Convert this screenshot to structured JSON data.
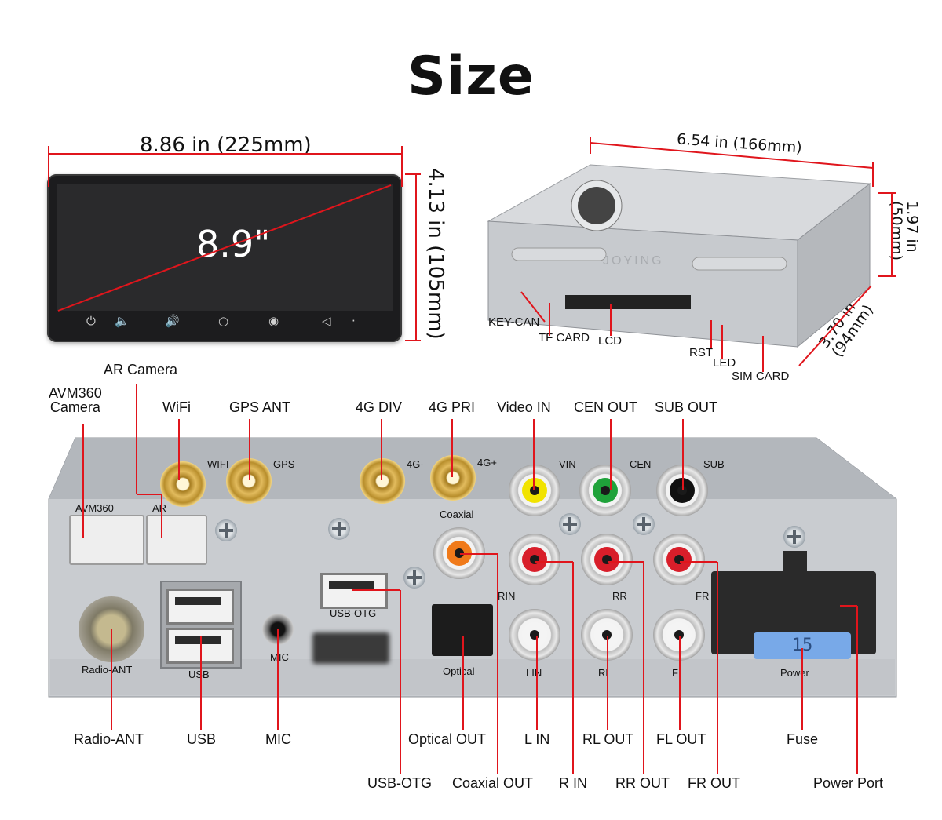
{
  "title": "Size",
  "front_unit": {
    "width_label": "8.86 in (225mm)",
    "height_label": "4.13 in (105mm)",
    "diagonal_label": "8.9\""
  },
  "rear_unit": {
    "depth_label": "6.54 in  (166mm)",
    "height_label": "1.97 in\n(50mm)",
    "width_label": "3.70 in\n(94mm)",
    "brand_text": "JOYING",
    "callouts": [
      "KEY-CAN",
      "TF CARD",
      "LCD",
      "RST",
      "LED",
      "SIM CARD"
    ]
  },
  "panel": {
    "printed": {
      "avm360": "AVM360",
      "ar": "AR",
      "wifi": "WIFI",
      "gps": "GPS",
      "4g_minus": "4G-",
      "4g_plus": "4G+",
      "vin": "VIN",
      "cen": "CEN",
      "sub": "SUB",
      "coaxial": "Coaxial",
      "rin": "RIN",
      "rr": "RR",
      "fr": "FR",
      "usb_otg": "USB-OTG",
      "optical": "Optical",
      "lin": "LIN",
      "rl": "RL",
      "fl": "FL",
      "power": "Power",
      "radio_ant": "Radio-ANT",
      "usb": "USB",
      "mic": "MIC",
      "fuse_value": "15"
    },
    "top_labels": {
      "ar_camera": "AR Camera",
      "avm360_camera": "AVM360\nCamera",
      "wifi": "WiFi",
      "gps_ant": "GPS ANT",
      "4g_div": "4G DIV",
      "4g_pri": "4G PRI",
      "video_in": "Video IN",
      "cen_out": "CEN OUT",
      "sub_out": "SUB OUT"
    },
    "bottom_labels": {
      "radio_ant": "Radio-ANT",
      "usb": "USB",
      "mic": "MIC",
      "optical_out": "Optical OUT",
      "l_in": "L IN",
      "rl_out": "RL OUT",
      "fl_out": "FL OUT",
      "fuse": "Fuse",
      "usb_otg": "USB-OTG",
      "coaxial_out": "Coaxial OUT",
      "r_in": "R IN",
      "rr_out": "RR OUT",
      "fr_out": "FR OUT",
      "power_port": "Power Port"
    }
  },
  "colors": {
    "leader_line": "#e0151c",
    "vin": "#f1e300",
    "cen": "#1fa23a",
    "sub": "#111111",
    "coaxial": "#f07a1a",
    "right_channel": "#d81e2a",
    "left_channel": "#f4f4f4"
  }
}
